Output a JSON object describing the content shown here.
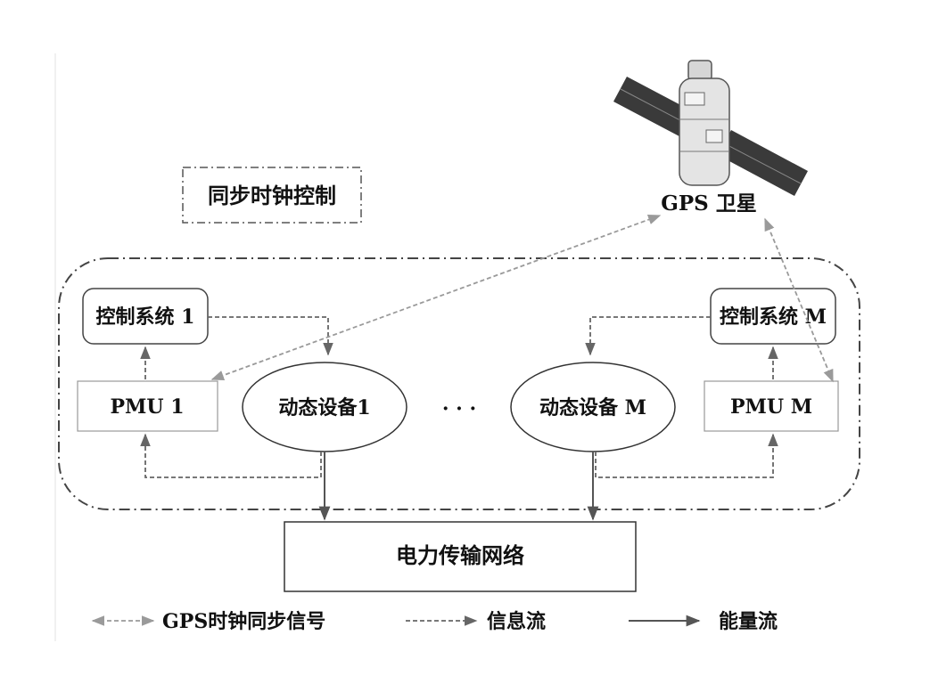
{
  "sync_label": "同步时钟控制",
  "satellite_label": "GPS 卫星",
  "control_1": "控制系统  1",
  "control_m": "控制系统 M",
  "pmu_1": "PMU 1",
  "pmu_m": "PMU M",
  "device_1": "动态设备1",
  "device_m": "动态设备 M",
  "ellipsis": "·   ·   ·",
  "network": "电力传输网络",
  "legend": {
    "gps": "GPS时钟同步信号",
    "info": "信息流",
    "energy": "能量流"
  },
  "colors": {
    "gps": "#9a9a9a",
    "info": "#666666",
    "energy": "#555555"
  }
}
